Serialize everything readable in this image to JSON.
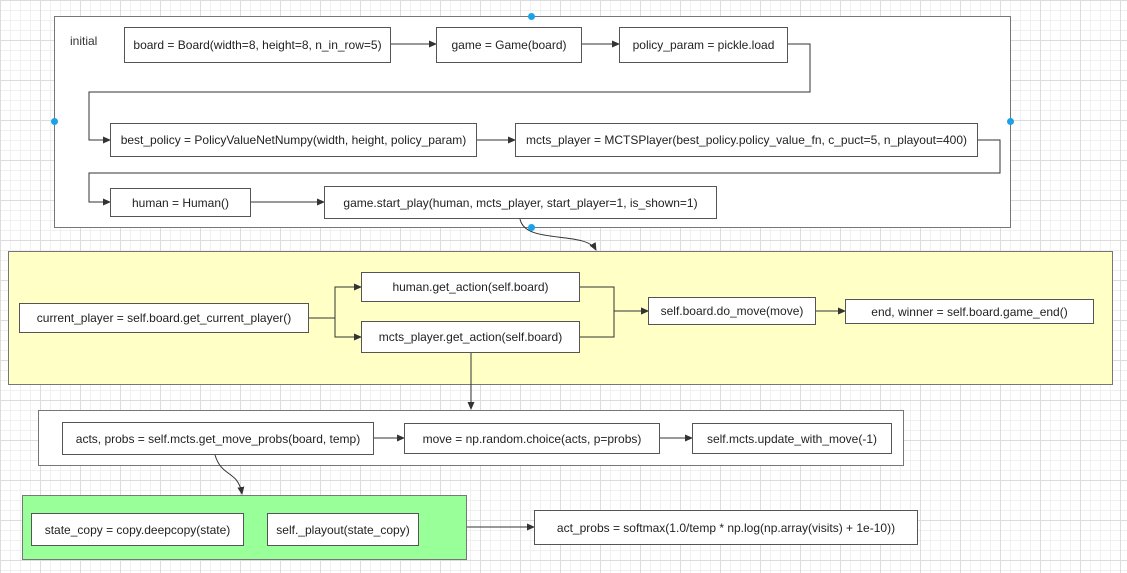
{
  "groups": {
    "initial_label": "initial"
  },
  "nodes": {
    "board": "board = Board(width=8, height=8, n_in_row=5)",
    "game": "game = Game(board)",
    "policy_param": "policy_param = pickle.load",
    "best_policy": "best_policy = PolicyValueNetNumpy(width, height, policy_param)",
    "mcts_player": "mcts_player = MCTSPlayer(best_policy.policy_value_fn, c_puct=5, n_playout=400)",
    "human": "human = Human()",
    "start_play": "game.start_play(human, mcts_player, start_player=1, is_shown=1)",
    "current_player": "current_player = self.board.get_current_player()",
    "human_get_action": "human.get_action(self.board)",
    "mcts_get_action": "mcts_player.get_action(self.board)",
    "do_move": "self.board.do_move(move)",
    "game_end": "end, winner = self.board.game_end()",
    "get_move_probs": "acts, probs = self.mcts.get_move_probs(board, temp)",
    "random_choice": "move = np.random.choice(acts, p=probs)",
    "update_with_move": "self.mcts.update_with_move(-1)",
    "state_copy": "state_copy = copy.deepcopy(state)",
    "playout": "self._playout(state_copy)",
    "act_probs": "act_probs = softmax(1.0/temp * np.log(np.array(visits) + 1e-10))"
  },
  "colors": {
    "loop_fill": "#ffffc6",
    "playout_fill": "#99ff99",
    "handle": "#1aa3e8"
  }
}
